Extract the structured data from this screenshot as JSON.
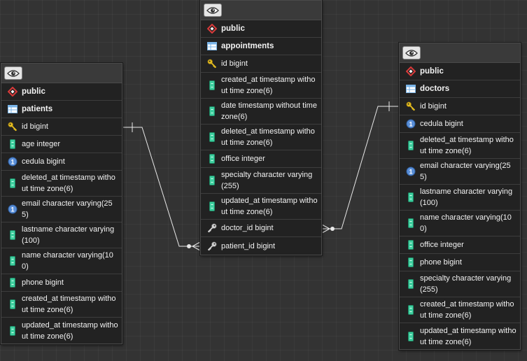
{
  "tables": [
    {
      "id": "appointments",
      "schema": "public",
      "name": "appointments",
      "columns": [
        {
          "icon": "key-icon",
          "text": "id bigint"
        },
        {
          "icon": "column-icon",
          "text": "created_at timestamp without time zone(6)"
        },
        {
          "icon": "column-icon",
          "text": "date timestamp without time zone(6)"
        },
        {
          "icon": "column-icon",
          "text": "deleted_at timestamp without time zone(6)"
        },
        {
          "icon": "column-icon",
          "text": "office integer"
        },
        {
          "icon": "column-icon",
          "text": "specialty character varying(255)"
        },
        {
          "icon": "column-icon",
          "text": "updated_at timestamp without time zone(6)"
        },
        {
          "icon": "foreign-key-icon",
          "text": "doctor_id bigint"
        },
        {
          "icon": "foreign-key-icon",
          "text": "patient_id bigint"
        }
      ]
    },
    {
      "id": "patients",
      "schema": "public",
      "name": "patients",
      "columns": [
        {
          "icon": "key-icon",
          "text": "id bigint"
        },
        {
          "icon": "column-icon",
          "text": "age integer"
        },
        {
          "icon": "unique-icon",
          "text": "cedula bigint"
        },
        {
          "icon": "column-icon",
          "text": "deleted_at timestamp without time zone(6)"
        },
        {
          "icon": "unique-icon",
          "text": "email character varying(255)"
        },
        {
          "icon": "column-icon",
          "text": "lastname character varying(100)"
        },
        {
          "icon": "column-icon",
          "text": "name character varying(100)"
        },
        {
          "icon": "column-icon",
          "text": "phone bigint"
        },
        {
          "icon": "column-icon",
          "text": "created_at timestamp without time zone(6)"
        },
        {
          "icon": "column-icon",
          "text": "updated_at timestamp without time zone(6)"
        }
      ]
    },
    {
      "id": "doctors",
      "schema": "public",
      "name": "doctors",
      "columns": [
        {
          "icon": "key-icon",
          "text": "id bigint"
        },
        {
          "icon": "unique-icon",
          "text": "cedula bigint"
        },
        {
          "icon": "column-icon",
          "text": "deleted_at timestamp without time zone(6)"
        },
        {
          "icon": "unique-icon",
          "text": "email character varying(255)"
        },
        {
          "icon": "column-icon",
          "text": "lastname character varying(100)"
        },
        {
          "icon": "column-icon",
          "text": "name character varying(100)"
        },
        {
          "icon": "column-icon",
          "text": "office integer"
        },
        {
          "icon": "column-icon",
          "text": "phone bigint"
        },
        {
          "icon": "column-icon",
          "text": "specialty character varying(255)"
        },
        {
          "icon": "column-icon",
          "text": "created_at timestamp without time zone(6)"
        },
        {
          "icon": "column-icon",
          "text": "updated_at timestamp without time zone(6)"
        }
      ]
    }
  ],
  "relationships": [
    {
      "from": "appointments.patient_id",
      "to": "patients.id",
      "from_cardinality": "zero-or-many",
      "to_cardinality": "exactly-one"
    },
    {
      "from": "appointments.doctor_id",
      "to": "doctors.id",
      "from_cardinality": "zero-or-many",
      "to_cardinality": "exactly-one"
    }
  ],
  "colors": {
    "canvas": "#333333",
    "table_bg": "#222222",
    "header_bg": "#3a3a3a",
    "text": "#f2f2f2",
    "edge": "#e8e8e8",
    "key": "#e8c020",
    "column": "#3fcf9f",
    "unique": "#5a8fd8",
    "schema": "#d83a3a",
    "table_icon": "#79b4e8"
  }
}
